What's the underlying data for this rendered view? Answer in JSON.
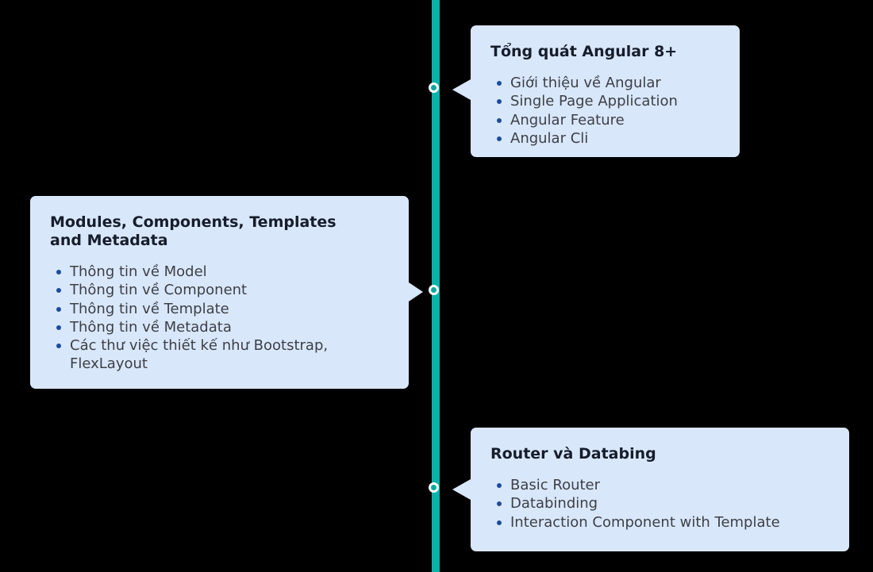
{
  "colors": {
    "background": "#000000",
    "timeline": "#0bb1ab",
    "node_fill": "#0aa59f",
    "node_ring": "#ffffff",
    "card_bg": "#d9e7fb",
    "bullet": "#1c4c9c",
    "heading_text": "#161d2b",
    "body_text": "#3d4046"
  },
  "cards": [
    {
      "title": "Tổng quát Angular 8+",
      "items": [
        "Giới thiệu về Angular",
        "Single Page Application",
        "Angular Feature",
        "Angular Cli"
      ]
    },
    {
      "title": "Modules, Components, Templates and Metadata",
      "items": [
        "Thông tin về Model",
        "Thông tin về Component",
        "Thông tin về Template",
        "Thông tin về Metadata",
        "Các thư việc thiết kế như Bootstrap, FlexLayout"
      ]
    },
    {
      "title": "Router và Databing",
      "items": [
        "Basic Router",
        "Databinding",
        "Interaction Component with Template"
      ]
    }
  ]
}
